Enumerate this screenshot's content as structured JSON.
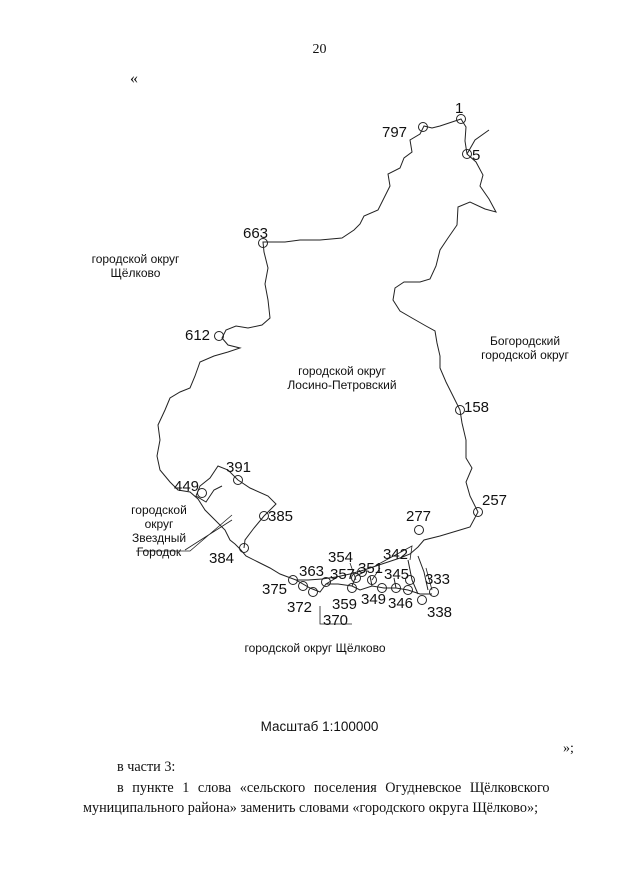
{
  "page_number": "20",
  "open_quote": "«",
  "close_quote": "»;",
  "regions": {
    "shchelkovo_nw": [
      "городской округ",
      "Щёлково"
    ],
    "losino": [
      "городской округ",
      "Лосино-Петровский"
    ],
    "bogorodsky": [
      "Богородский",
      "городской округ"
    ],
    "zvezdny": [
      "городской",
      "округ",
      "Звездный",
      "Городок"
    ],
    "shchelkovo_s": "городской округ Щёлково"
  },
  "points": [
    "1",
    "797",
    "5",
    "663",
    "612",
    "158",
    "257",
    "277",
    "391",
    "449",
    "385",
    "384",
    "342",
    "354",
    "351",
    "357",
    "363",
    "345",
    "333",
    "375",
    "372",
    "370",
    "359",
    "349",
    "346",
    "338"
  ],
  "scale": "Масштаб 1:100000",
  "text": {
    "line1": "в части 3:",
    "line2": "в пункте 1 слова «сельского поселения Огудневское Щёлковского",
    "line3": "муниципального района» заменить словами «городского округа Щёлково»;"
  }
}
